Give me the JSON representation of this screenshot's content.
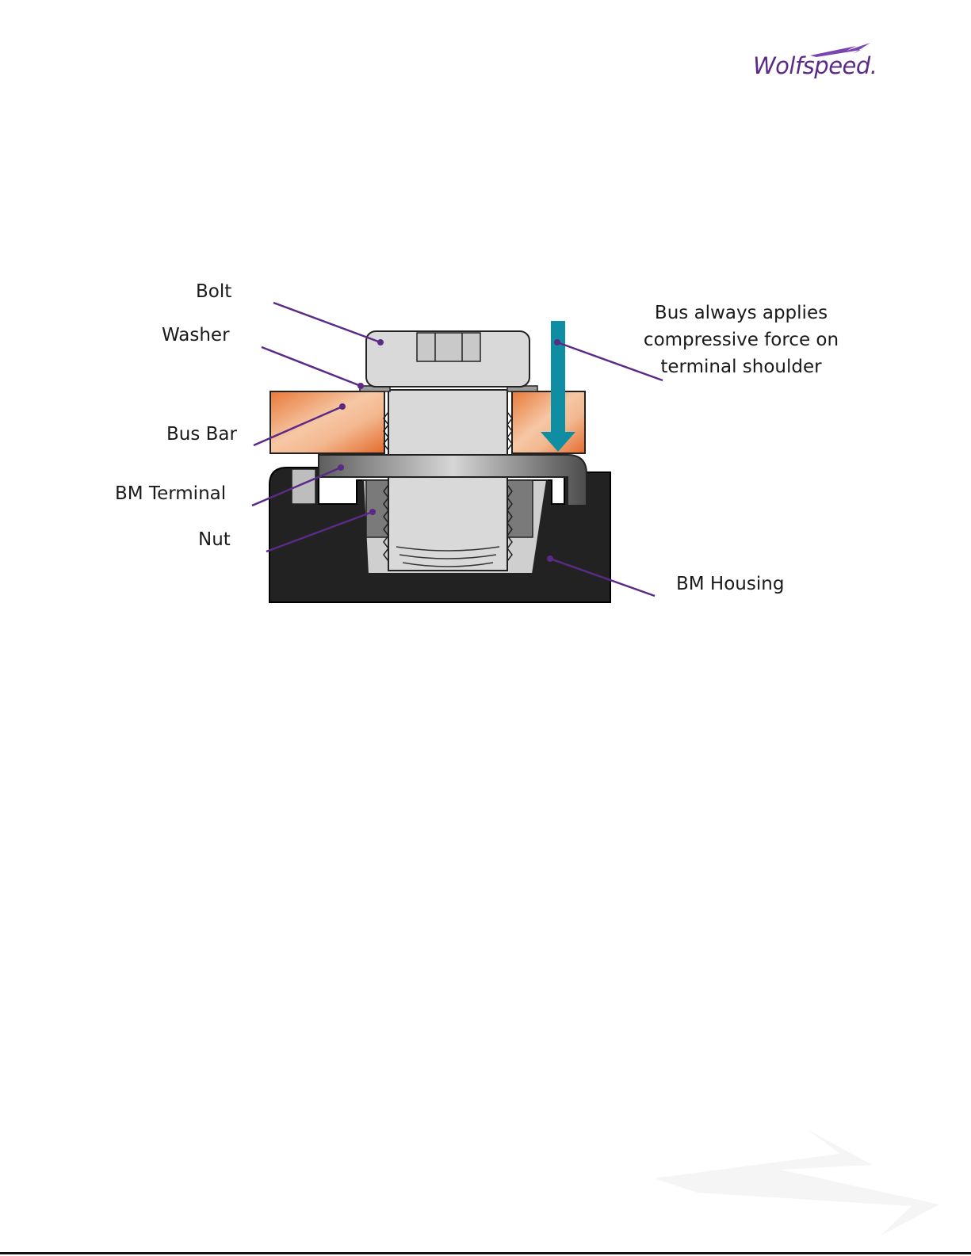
{
  "brand": {
    "name": "Wolfspeed.",
    "primary_color": "#5b2a86",
    "arrow_color": "#0f8ea3"
  },
  "labels": {
    "bolt": "Bolt",
    "washer": "Washer",
    "bus_bar": "Bus Bar",
    "bm_terminal": "BM Terminal",
    "nut": "Nut",
    "bm_housing": "BM Housing"
  },
  "note": {
    "line1": "Bus always applies",
    "line2": "compressive force on",
    "line3": "terminal shoulder"
  }
}
